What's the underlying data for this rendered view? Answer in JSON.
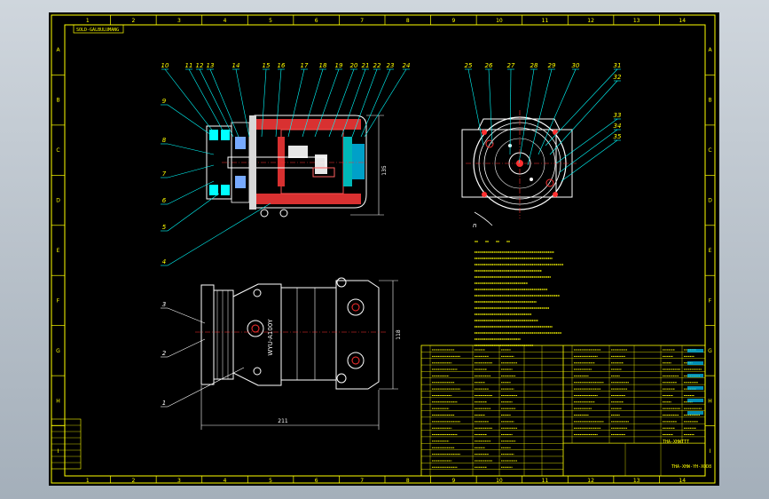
{
  "title_stamp": "SOLD-GALBULUMANG",
  "column_labels": [
    "1",
    "2",
    "3",
    "4",
    "5",
    "6",
    "7",
    "8",
    "9",
    "10",
    "11",
    "12",
    "13",
    "14"
  ],
  "row_labels": [
    "A",
    "B",
    "C",
    "D",
    "E",
    "F",
    "G",
    "H",
    "I"
  ],
  "callouts_top": [
    "10",
    "11",
    "12",
    "13",
    "14",
    "15",
    "16",
    "17",
    "18",
    "19",
    "20",
    "21",
    "22",
    "23",
    "24"
  ],
  "callouts_left_side": [
    "9",
    "8",
    "7",
    "6",
    "5",
    "4"
  ],
  "callouts_front": [
    "25",
    "26",
    "27",
    "28",
    "29",
    "30",
    "31",
    "32",
    "33",
    "34",
    "35"
  ],
  "callouts_bottom_left": [
    "3",
    "2",
    "1"
  ],
  "dimensions": {
    "section_height": "135",
    "bottom_width": "211",
    "bottom_height": "118"
  },
  "front_note": "n",
  "model_text": "WYU-A100Y",
  "table_title": "THA-XHWTTT",
  "table_title2": "THA-XHW-YH-XOD8"
}
